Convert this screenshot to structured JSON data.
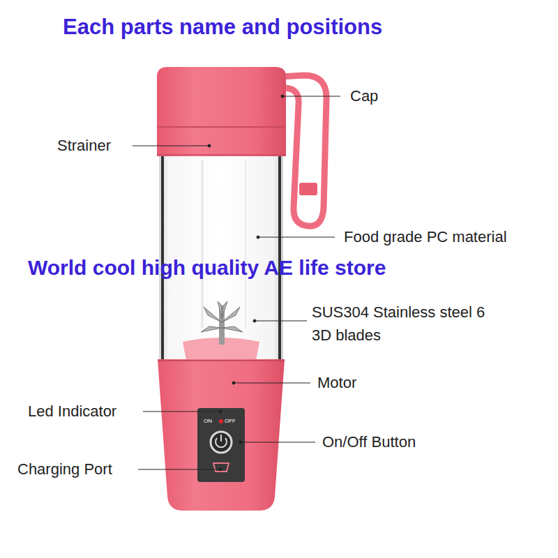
{
  "diagram": {
    "title": "Each parts name and positions",
    "labels": [
      "Cap",
      "Strainer",
      "Food grade PC material",
      "World cool high quality AE life store",
      "SUS304 Stainless steel 6 3D blades",
      "Motor",
      "Led Indicator",
      "ON",
      "OFF",
      "On/Off Button",
      "Charging Port"
    ]
  }
}
